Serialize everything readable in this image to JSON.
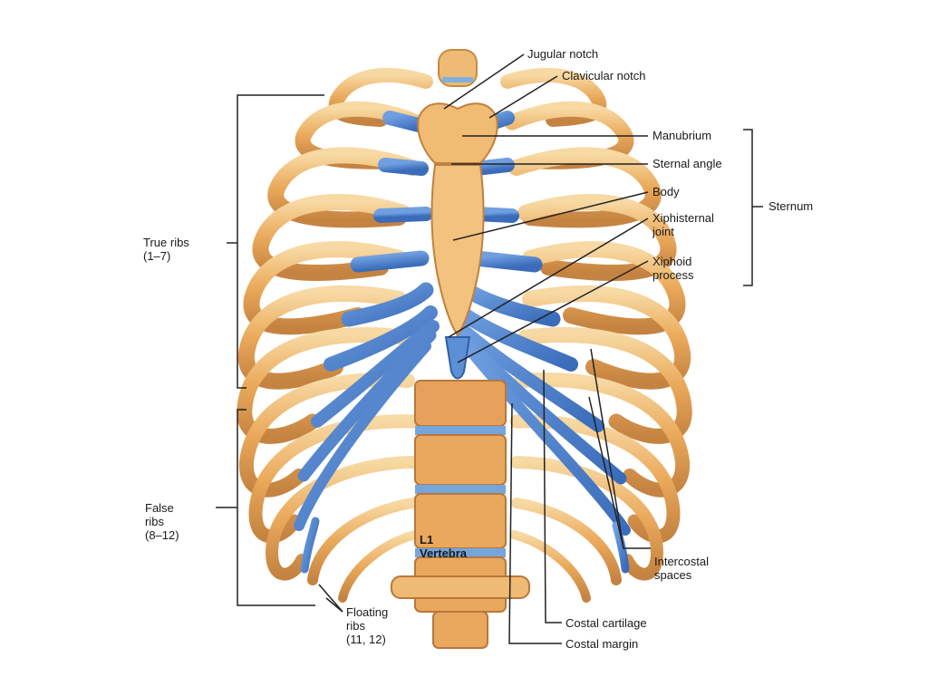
{
  "labels": {
    "jugular_notch": "Jugular notch",
    "clavicular_notch": "Clavicular notch",
    "manubrium": "Manubrium",
    "sternal_angle": "Sternal angle",
    "body": "Body",
    "xiphisternal_joint": "Xiphisternal\njoint",
    "xiphoid_process": "Xiphoid\nprocess",
    "sternum": "Sternum",
    "true_ribs": "True ribs\n(1–7)",
    "false_ribs": "False\nribs\n(8–12)",
    "floating_ribs": "Floating\nribs\n(11, 12)",
    "l1_vertebra": "L1\nVertebra",
    "intercostal_spaces": "Intercostal\nspaces",
    "costal_cartilage": "Costal cartilage",
    "costal_margin": "Costal margin"
  },
  "colors": {
    "bone": "#e9a85a",
    "bone_light": "#f6d49a",
    "bone_dark": "#b9773a",
    "cartilage": "#4f86d4",
    "cartilage_dark": "#2f5fa8",
    "leader": "#222222"
  }
}
